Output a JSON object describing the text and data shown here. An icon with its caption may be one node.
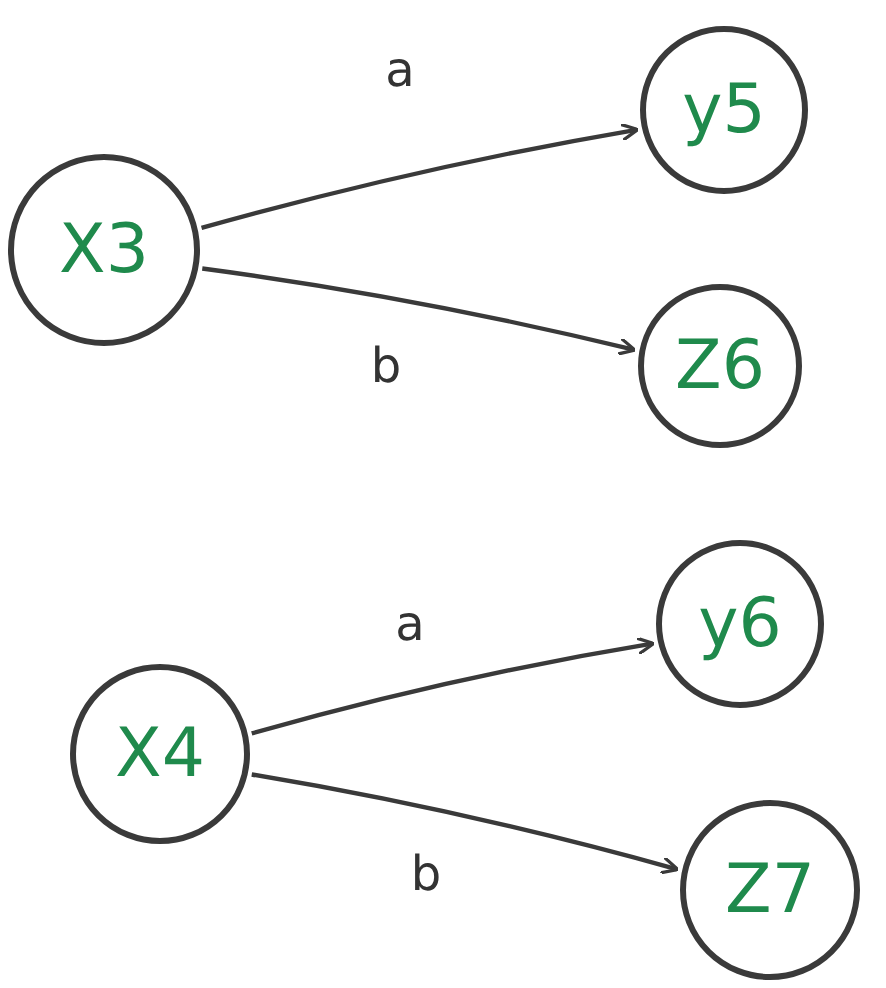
{
  "diagram": {
    "nodes": [
      {
        "text": [
          "X3"
        ]
      },
      {
        "text": [
          "y5"
        ]
      },
      {
        "text": [
          "Z6"
        ]
      },
      {
        "text": [
          "X4"
        ]
      },
      {
        "text": [
          "y6"
        ]
      },
      {
        "text": [
          "Z7"
        ]
      }
    ],
    "edges": [
      {
        "from": 0,
        "to": 1,
        "arrow": "to",
        "label": "a"
      },
      {
        "from": 0,
        "to": 2,
        "arrow": "to",
        "label": "b"
      },
      {
        "from": 3,
        "to": 4,
        "arrow": "to",
        "label": "a"
      },
      {
        "from": 3,
        "to": 5,
        "arrow": "to",
        "label": "b"
      }
    ]
  }
}
